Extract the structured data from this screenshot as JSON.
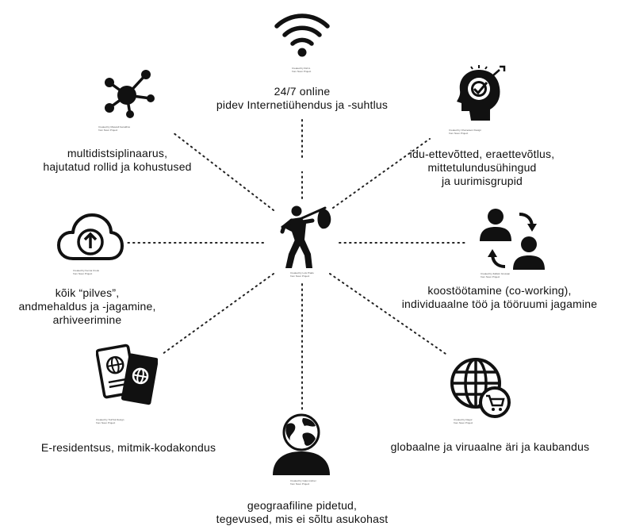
{
  "center": {
    "icon": "traveler-with-bindle-icon"
  },
  "nodes": [
    {
      "id": "wifi",
      "icon": "wifi-icon",
      "lines": [
        "24/7 online",
        "pidev Internetiühendus ja -suhtlus"
      ]
    },
    {
      "id": "startup",
      "icon": "head-with-target-icon",
      "lines": [
        "idu-ettevõtted, eraettevõtlus,",
        "mittetulundusühingud",
        "ja uurimisgrupid"
      ]
    },
    {
      "id": "coworking",
      "icon": "people-exchange-icon",
      "lines": [
        "koostöötamine (co-working),",
        "individuaalne töö ja tööruumi jagamine"
      ]
    },
    {
      "id": "commerce",
      "icon": "globe-cart-icon",
      "lines": [
        "globaalne ja viruaalne äri ja kaubandus"
      ]
    },
    {
      "id": "geo",
      "icon": "person-globe-head-icon",
      "lines": [
        "geograafiline pidetud,",
        "tegevused, mis ei sõltu asukohast"
      ]
    },
    {
      "id": "eresidency",
      "icon": "passports-icon",
      "lines": [
        "E-residentsus, mitmik-kodakondus"
      ]
    },
    {
      "id": "cloud",
      "icon": "cloud-upload-icon",
      "lines": [
        "kõik “pilves”,",
        "andmehaldus ja -jagamine,",
        "arhiveerimine"
      ]
    },
    {
      "id": "network",
      "icon": "network-nodes-icon",
      "lines": [
        "multidistsiplinaarus,",
        "hajutatud rollid ja kohustused"
      ]
    }
  ]
}
